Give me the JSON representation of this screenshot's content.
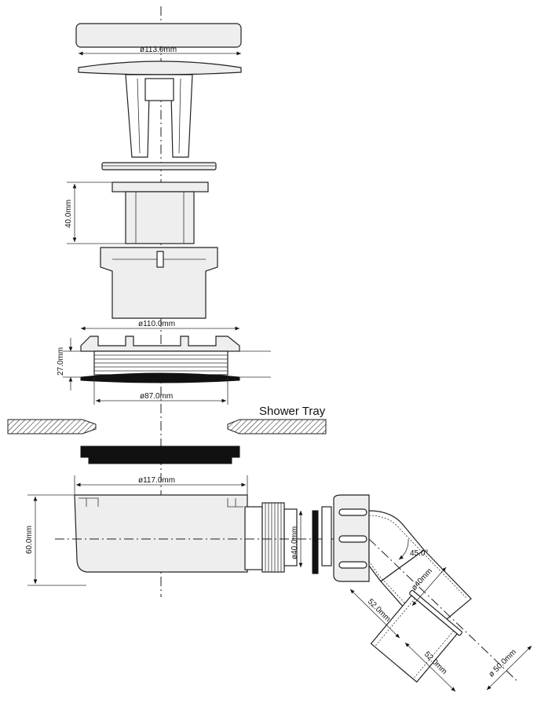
{
  "title": "Shower trap exploded technical drawing",
  "labels": {
    "cap_diameter": "ø113.0mm",
    "body_height": "40.0mm",
    "collar_diameter": "ø110.0mm",
    "flange_height": "27.0mm",
    "thread_diameter": "ø87.0mm",
    "shower_tray": "Shower Tray",
    "trap_diameter": "ø117.0mm",
    "trap_height": "60.0mm",
    "outlet_diameter": "ø40.0mm",
    "elbow_angle": "45.0°",
    "elbow_diameter": "ø40mm",
    "elbow_length": "52.0mm",
    "pipe_length": "52.0mm",
    "pipe_diameter": "ø 50.0mm"
  }
}
